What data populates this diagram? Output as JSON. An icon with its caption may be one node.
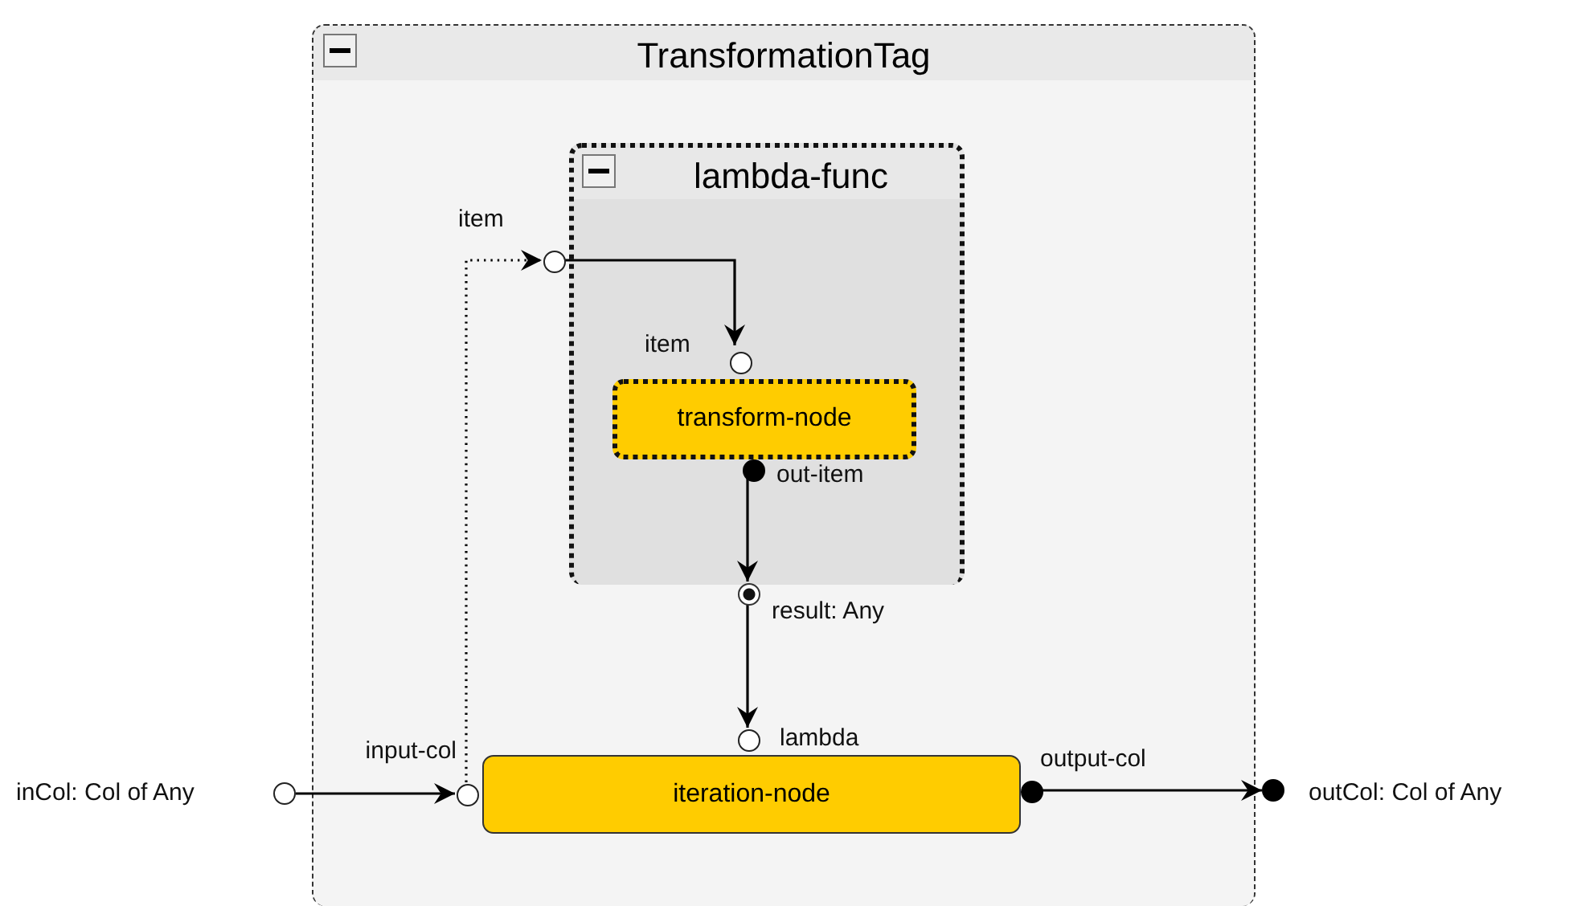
{
  "diagram": {
    "nodes": [
      {
        "text": [
          "TransformationTag"
        ]
      },
      {
        "text": [
          "lambda-func"
        ],
        "in": 0
      },
      {
        "text": [
          "transform-node"
        ],
        "in": 1
      },
      {
        "text": [
          "iteration-node"
        ],
        "in": 0
      },
      {
        "text": [],
        "shape": "circle",
        "beside": [
          "item"
        ],
        "in": 0
      },
      {
        "text": [],
        "shape": "circle",
        "beside": [
          "item"
        ],
        "in": 1
      },
      {
        "text": [],
        "shape": "dot",
        "beside": [
          "out-item"
        ],
        "in": 1
      },
      {
        "text": [],
        "shape": "ring",
        "beside": [
          "result: Any"
        ],
        "in": 0
      },
      {
        "text": [],
        "shape": "circle",
        "beside": [
          "lambda"
        ],
        "in": 0
      },
      {
        "text": [],
        "shape": "circle",
        "beside": [
          "input-col"
        ],
        "in": 0
      },
      {
        "text": [],
        "shape": "dot",
        "beside": [
          "output-col"
        ],
        "in": 0
      },
      {
        "text": [],
        "shape": "circle",
        "beside": [
          "inCol: Col of Any"
        ]
      },
      {
        "text": [],
        "shape": "dot",
        "beside": [
          "outCol: Col of Any"
        ]
      }
    ],
    "edges": [
      {
        "from": 9,
        "to": 4,
        "arrow": "to",
        "style": "dashed"
      },
      {
        "from": 4,
        "to": 5,
        "arrow": "to"
      },
      {
        "from": 6,
        "to": 7,
        "arrow": "to"
      },
      {
        "from": 7,
        "to": 8,
        "arrow": "to"
      },
      {
        "from": 11,
        "to": 9,
        "arrow": "to"
      },
      {
        "from": 10,
        "to": 12,
        "arrow": "to"
      }
    ]
  }
}
